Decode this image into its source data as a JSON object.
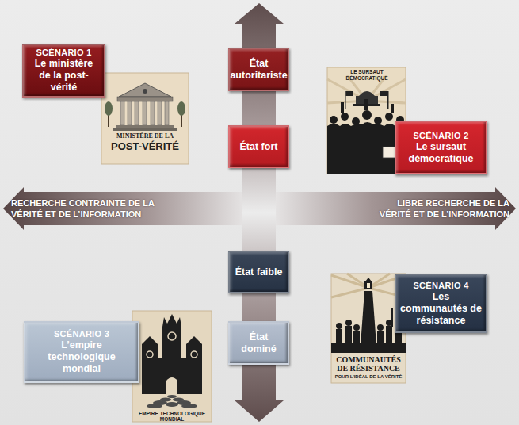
{
  "diagram": {
    "nodes": [
      {
        "text": [
          "SCÉNARIO 1",
          "Le ministère de la post-vérité"
        ]
      },
      {
        "text": [
          "État autoritariste"
        ]
      },
      {
        "text": [
          "État fort"
        ]
      },
      {
        "text": [
          "SCÉNARIO 2",
          "Le sursaut démocratique"
        ]
      },
      {
        "text": [
          "État faible"
        ]
      },
      {
        "text": [
          "SCÉNARIO 4",
          "Les communautés de résistance"
        ]
      },
      {
        "text": [
          "État dominé"
        ]
      },
      {
        "text": [
          "SCÉNARIO 3",
          "L’empire technologique mondial"
        ]
      }
    ],
    "labels": [
      "RECHERCHE CONTRAINTE DE LA VÉRITÉ ET DE L’INFORMATION",
      "LIBRE RECHERCHE DE LA VÉRITÉ ET DE L’INFORMATION",
      "MINISTÈRE DE LA",
      "POST-VÉRITÉ",
      "LE SURSAUT DÉMOCRATIQUE",
      "COMMUNAUTÉS DE RÉSISTANCE",
      "POUR L’IDÉAL DE LA VÉRITÉ",
      "EMPIRE TECHNOLOGIQUE MONDIAL"
    ]
  }
}
